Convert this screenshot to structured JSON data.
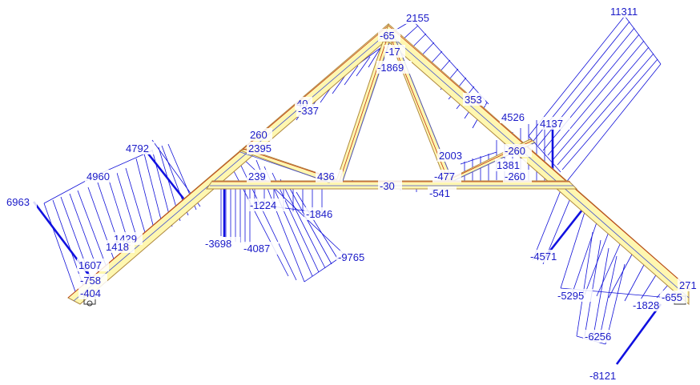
{
  "diagram": {
    "labels": [
      {
        "id": "l2155",
        "text": "2155"
      },
      {
        "id": "l11311",
        "text": "11311"
      },
      {
        "id": "l65",
        "text": "-65"
      },
      {
        "id": "l17",
        "text": "-17"
      },
      {
        "id": "l1869",
        "text": "-1869"
      },
      {
        "id": "l353",
        "text": "353"
      },
      {
        "id": "l40",
        "text": "40"
      },
      {
        "id": "l337",
        "text": "-337"
      },
      {
        "id": "l4526",
        "text": "4526"
      },
      {
        "id": "l4137",
        "text": "4137"
      },
      {
        "id": "l260top",
        "text": "260"
      },
      {
        "id": "l4792",
        "text": "4792"
      },
      {
        "id": "l2395",
        "text": "2395"
      },
      {
        "id": "l260r",
        "text": "-260"
      },
      {
        "id": "l2003",
        "text": "2003"
      },
      {
        "id": "l1381",
        "text": "1381"
      },
      {
        "id": "l4960",
        "text": "4960"
      },
      {
        "id": "l239",
        "text": "239"
      },
      {
        "id": "l436",
        "text": "436"
      },
      {
        "id": "l477",
        "text": "-477"
      },
      {
        "id": "l260r2",
        "text": "-260"
      },
      {
        "id": "l30",
        "text": "-30"
      },
      {
        "id": "l541",
        "text": "-541"
      },
      {
        "id": "l6963",
        "text": "6963"
      },
      {
        "id": "l1224",
        "text": "-1224"
      },
      {
        "id": "l1846",
        "text": "-1846"
      },
      {
        "id": "l1429",
        "text": "1429"
      },
      {
        "id": "l1418",
        "text": "1418"
      },
      {
        "id": "l3698",
        "text": "-3698"
      },
      {
        "id": "l4087",
        "text": "-4087"
      },
      {
        "id": "l9765",
        "text": "-9765"
      },
      {
        "id": "l4571",
        "text": "-4571"
      },
      {
        "id": "l1607",
        "text": "1607"
      },
      {
        "id": "l758",
        "text": "-758"
      },
      {
        "id": "l404",
        "text": "-404"
      },
      {
        "id": "l5295",
        "text": "-5295"
      },
      {
        "id": "l1828",
        "text": "-1828"
      },
      {
        "id": "l655",
        "text": "-655"
      },
      {
        "id": "l271",
        "text": "271"
      },
      {
        "id": "l6256",
        "text": "-6256"
      },
      {
        "id": "l8121",
        "text": "-8121"
      }
    ]
  },
  "colors": {
    "diagram_blue": "#1010d8",
    "member_fill": "#fff7b0",
    "member_edge": "#c03010"
  }
}
